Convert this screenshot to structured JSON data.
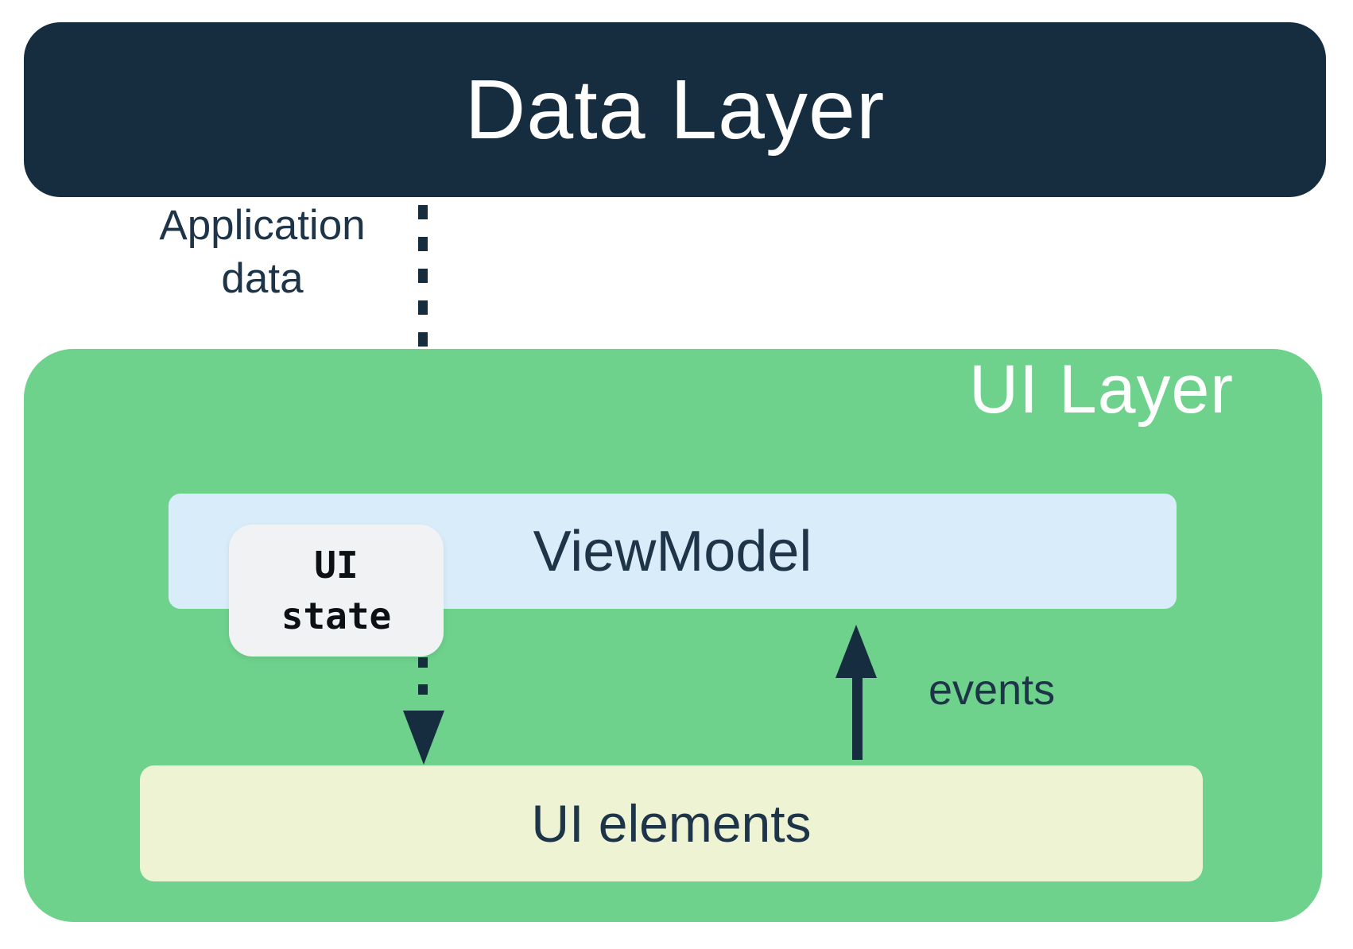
{
  "colors": {
    "navy": "#162C3F",
    "green": "#6ED28C",
    "light_blue": "#D9ECFA",
    "cream": "#EEF4D3",
    "chip_gray": "#F0F2F4",
    "text_navy": "#1E3448",
    "white": "#FFFFFF"
  },
  "boxes": {
    "data_layer": {
      "label": "Data Layer"
    },
    "ui_layer": {
      "label": "UI Layer"
    },
    "viewmodel": {
      "label": "ViewModel"
    },
    "ui_state": {
      "line1": "UI",
      "line2": "state"
    },
    "ui_elements": {
      "label": "UI elements"
    }
  },
  "arrows": {
    "application_data": {
      "label_line1": "Application",
      "label_line2": "data",
      "style": "dotted",
      "direction": "down",
      "from": "Data Layer",
      "to": "ViewModel"
    },
    "ui_state_flow": {
      "style": "dotted",
      "direction": "down",
      "from": "ViewModel",
      "to": "UI elements"
    },
    "events": {
      "label": "events",
      "style": "solid",
      "direction": "up",
      "from": "UI elements",
      "to": "ViewModel"
    }
  }
}
